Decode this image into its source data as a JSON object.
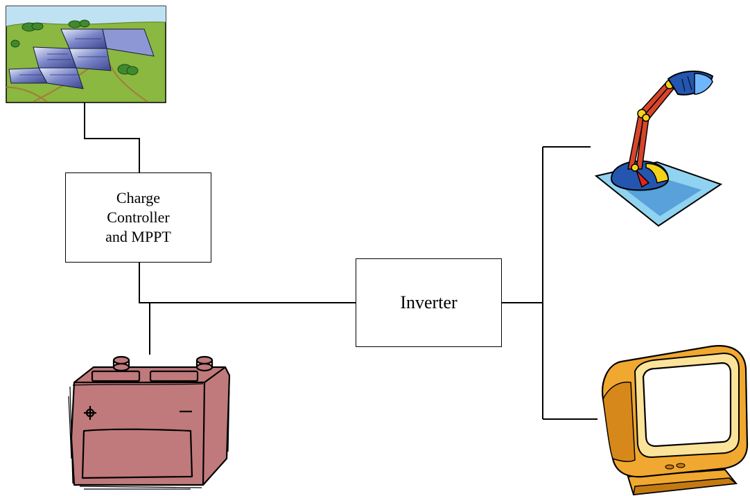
{
  "diagram": {
    "components": {
      "solar_panel": {
        "icon": "solar-panel-field-icon"
      },
      "charge_controller": {
        "label_lines": [
          "Charge",
          "Controller",
          "and MPPT"
        ]
      },
      "inverter": {
        "label": "Inverter"
      },
      "battery": {
        "icon": "battery-icon"
      },
      "lamp": {
        "icon": "desk-lamp-icon"
      },
      "monitor": {
        "icon": "computer-monitor-icon"
      }
    },
    "colors": {
      "wire": "#000000",
      "battery_fill": "#c07a7c",
      "monitor_body": "#f0a830",
      "grass": "#8ab840",
      "sky": "#bfe2f2"
    }
  }
}
